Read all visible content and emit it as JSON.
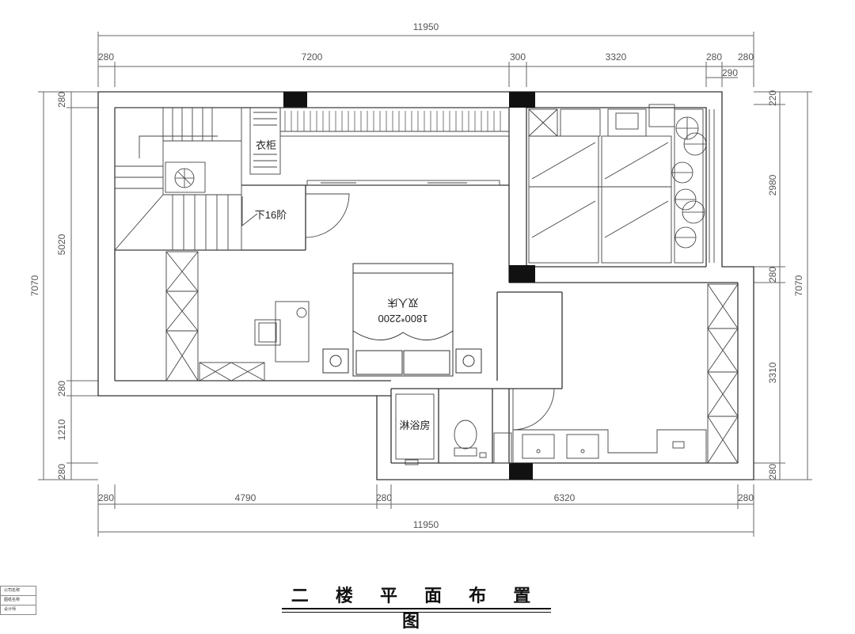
{
  "title": "二 楼 平 面 布 置 图",
  "dimensions": {
    "top_total": "11950",
    "top_segments": [
      "280",
      "7200",
      "300",
      "3320",
      "280",
      "280"
    ],
    "top_sub": "290",
    "bottom_total": "11950",
    "bottom_segments": [
      "280",
      "4790",
      "280",
      "6320",
      "280"
    ],
    "left_total": "7070",
    "left_segments": [
      "280",
      "5020",
      "280",
      "1210",
      "280"
    ],
    "right_total": "7070",
    "right_segments": [
      "220",
      "2980",
      "280",
      "3310",
      "280"
    ]
  },
  "rooms": {
    "wardrobe": "衣柜",
    "stairs_down": "下16阶",
    "bed_name": "双人床",
    "bed_size": "1800*2200",
    "shower": "淋浴房"
  },
  "title_block": [
    "公司名称",
    "图纸名称",
    "设计师"
  ]
}
